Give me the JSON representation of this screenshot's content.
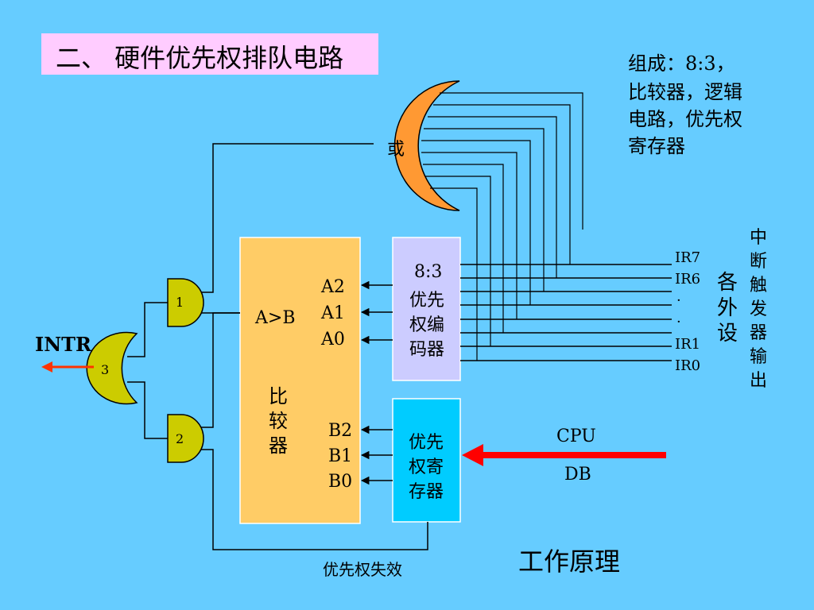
{
  "title": "二、 硬件优先权排队电路",
  "composition_note": {
    "line1": "组成：8:3，",
    "line2": "比较器，逻辑",
    "line3": "电路，优先权",
    "line4": "寄存器"
  },
  "or_gate_label": "或",
  "comparator": {
    "compare_label": "A>B",
    "name_chars": [
      "比",
      "较",
      "器"
    ],
    "a_inputs": [
      "A2",
      "A1",
      "A0"
    ],
    "b_inputs": [
      "B2",
      "B1",
      "B0"
    ]
  },
  "encoder": {
    "line1": "8:3",
    "line2": "优先",
    "line3": "权编",
    "line4": "码器"
  },
  "register": {
    "line1": "优先",
    "line2": "权寄",
    "line3": "存器"
  },
  "ir_labels": [
    "IR7",
    "IR6",
    "·",
    "·",
    "IR1",
    "IR0"
  ],
  "peripherals_chars": [
    "各",
    "外",
    "设"
  ],
  "interrupt_trigger_chars": [
    "中",
    "断",
    "触",
    "发",
    "器",
    "输",
    "出"
  ],
  "gates": {
    "g1": "1",
    "g2": "2",
    "g3": "3"
  },
  "intr_label": "INTR",
  "cpu_label": "CPU",
  "db_label": "DB",
  "priority_invalid_label": "优先权失效",
  "working_principle": "工作原理",
  "colors": {
    "background": "#66ccff",
    "title_bg": "#ffccff",
    "comparator": "#ffcc66",
    "encoder": "#ccccff",
    "register": "#00ccff",
    "or_gate": "#ff9933",
    "and_gates": "#cccc00",
    "cpu_arrow": "#ff0000",
    "intr_arrow": "#ff3300"
  }
}
